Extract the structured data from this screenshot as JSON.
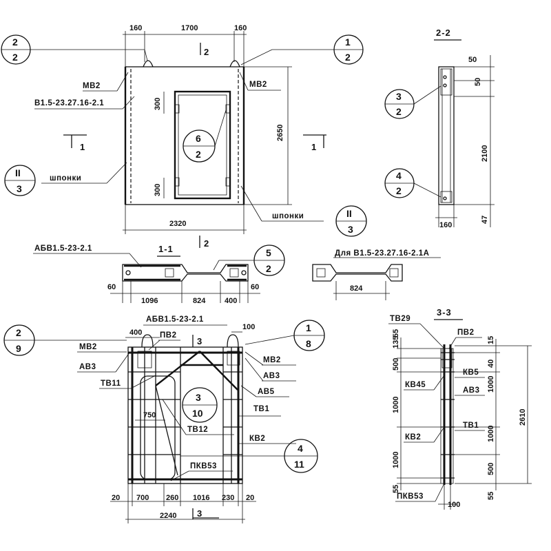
{
  "plan": {
    "dim_top": [
      "160",
      "1700",
      "160"
    ],
    "dim_right": "2650",
    "dim_side": [
      "300",
      "300"
    ],
    "dim_bottom": "2320",
    "left_labels": [
      "МВ2",
      "В1.5-23.27.16-2.1"
    ],
    "right_label": "МВ2",
    "keys_left": "шпонки",
    "keys_right": "шпонки",
    "cut_1": "1",
    "cut_2": "2",
    "bubbles": [
      {
        "top": "2",
        "bottom": "2"
      },
      {
        "top": "1",
        "bottom": "2"
      },
      {
        "top": "6",
        "bottom": "2"
      },
      {
        "top": "II",
        "bottom": "3"
      },
      {
        "top": "II",
        "bottom": "3"
      }
    ]
  },
  "section_2_2": {
    "title": "2-2",
    "dims_right": [
      "50",
      "50",
      "2100",
      "47"
    ],
    "dim_bottom": "160",
    "bubbles": [
      {
        "top": "3",
        "bottom": "2"
      },
      {
        "top": "4",
        "bottom": "2"
      }
    ]
  },
  "section_1_1": {
    "title": "1-1",
    "label": "АБВ1.5-23-2.1",
    "cut_2": "2",
    "dims": [
      "60",
      "1096",
      "824",
      "400",
      "60"
    ],
    "bubble": {
      "top": "5",
      "bottom": "2"
    }
  },
  "detail": {
    "label": "Для В1.5-23.27.16-2.1А",
    "dim": "824"
  },
  "rebar": {
    "title": "АБВ1.5-23-2.1",
    "labels": [
      "400",
      "ПВ2",
      "100",
      "МВ2",
      "АВ3",
      "ТВ11",
      "МВ2",
      "АВ3",
      "АВ5",
      "ТВ1",
      "750",
      "ТВ12",
      "КВ2",
      "ПКВ53"
    ],
    "dims_bottom": [
      "20",
      "700",
      "260",
      "1016",
      "230",
      "20"
    ],
    "dim_total": "2240",
    "cut_3": "3",
    "bubbles": [
      {
        "top": "2",
        "bottom": "9"
      },
      {
        "top": "1",
        "bottom": "8"
      },
      {
        "top": "3",
        "bottom": "10"
      },
      {
        "top": "4",
        "bottom": "11"
      }
    ]
  },
  "section_3_3": {
    "title": "3-3",
    "labels": [
      "ТВ29",
      "ПВ2",
      "КВ5",
      "КВ45",
      "АВ3",
      "ТВ1",
      "КВ2",
      "ПКВ53"
    ],
    "dims_left": [
      "55",
      "135",
      "500",
      "1000",
      "1000",
      "55"
    ],
    "dims_right": [
      "15",
      "40",
      "1000",
      "1000",
      "500",
      "55"
    ],
    "dim_total": "2610",
    "dim_bottom": "100"
  }
}
